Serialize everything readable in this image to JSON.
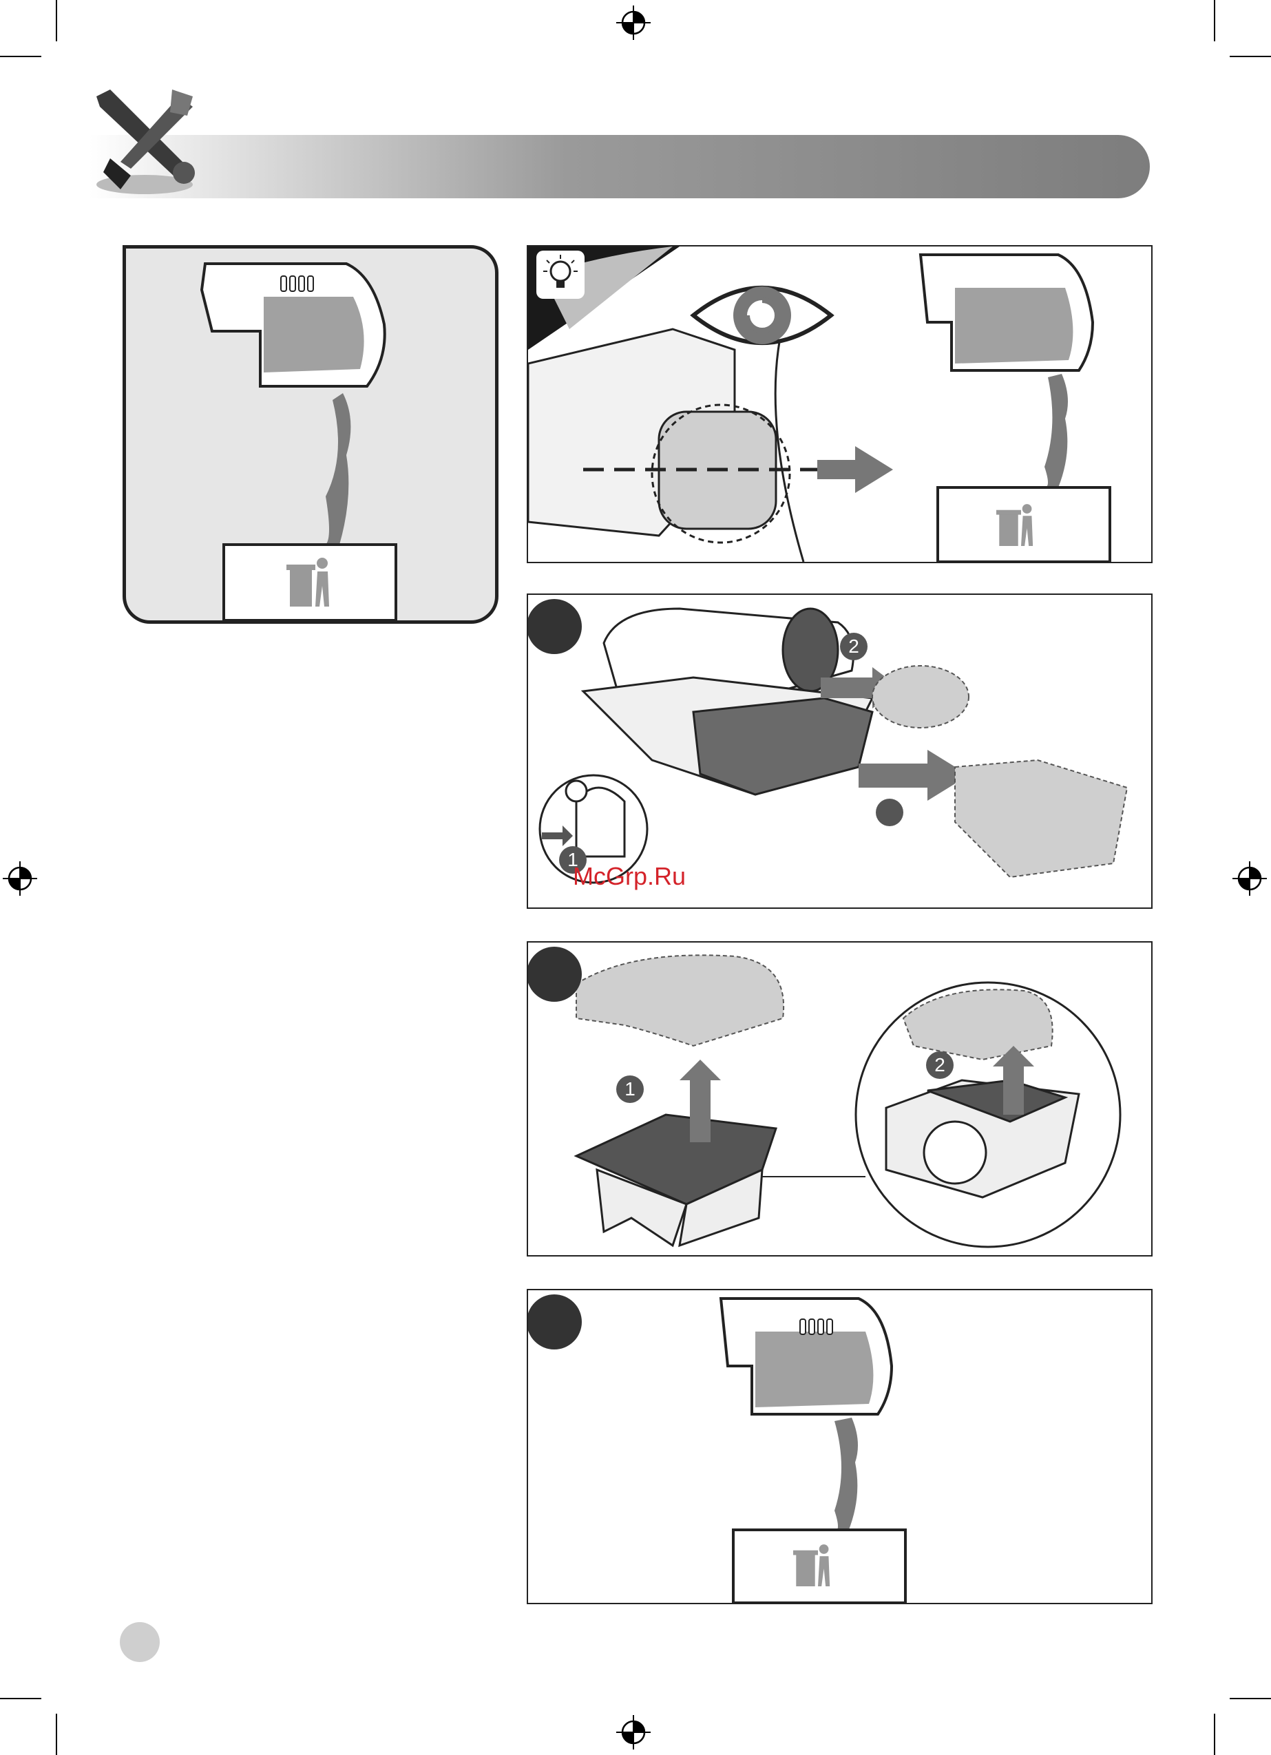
{
  "panels": {
    "filter_remove": {
      "labels": [
        "2",
        "1"
      ]
    },
    "filter_lift": {
      "labels": [
        "1",
        "2"
      ]
    }
  },
  "watermark": "McGrp.Ru",
  "icons": [
    "tools-icon",
    "tip-bulb-icon",
    "eye-icon",
    "trash-bin-icon",
    "arrow-icon",
    "registration-mark-icon"
  ],
  "colors": {
    "header_dark": "#7d7d7d",
    "panel_border": "#222222",
    "watermark": "#d4232a",
    "badge": "#333333"
  }
}
